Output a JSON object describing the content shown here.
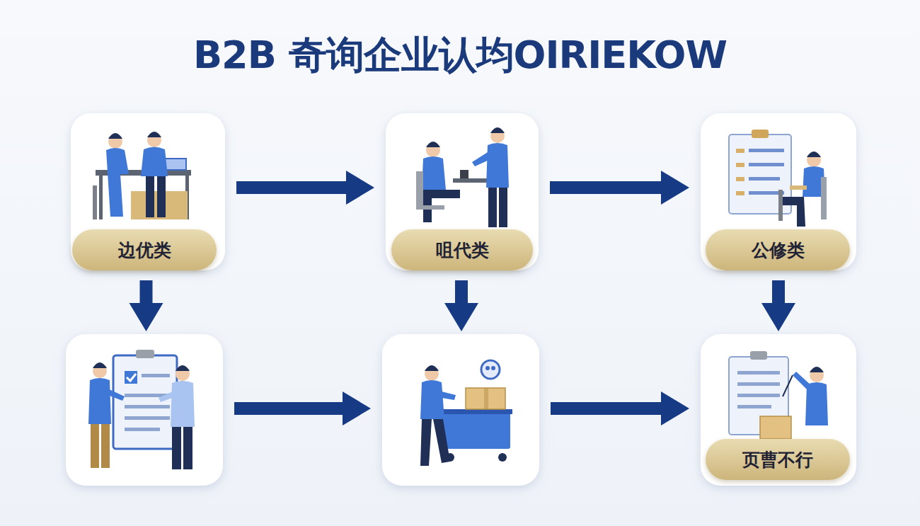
{
  "diagram": {
    "title": "B2B 奇询企业认均OIRIEKOW",
    "nodes": [
      {
        "text": [
          "边优类"
        ]
      },
      {
        "text": [
          "咀代类"
        ]
      },
      {
        "text": [
          "公修类"
        ]
      },
      {
        "text": []
      },
      {
        "text": []
      },
      {
        "text": [
          "页曹不行"
        ]
      }
    ],
    "edges": [
      {
        "from": 0,
        "to": 1,
        "arrow": "to"
      },
      {
        "from": 1,
        "to": 2,
        "arrow": "to"
      },
      {
        "from": 0,
        "to": 3,
        "arrow": "to"
      },
      {
        "from": 1,
        "to": 4,
        "arrow": "to"
      },
      {
        "from": 2,
        "to": 5,
        "arrow": "to"
      },
      {
        "from": 3,
        "to": 4,
        "arrow": "to"
      },
      {
        "from": 4,
        "to": 5,
        "arrow": "to"
      }
    ]
  }
}
